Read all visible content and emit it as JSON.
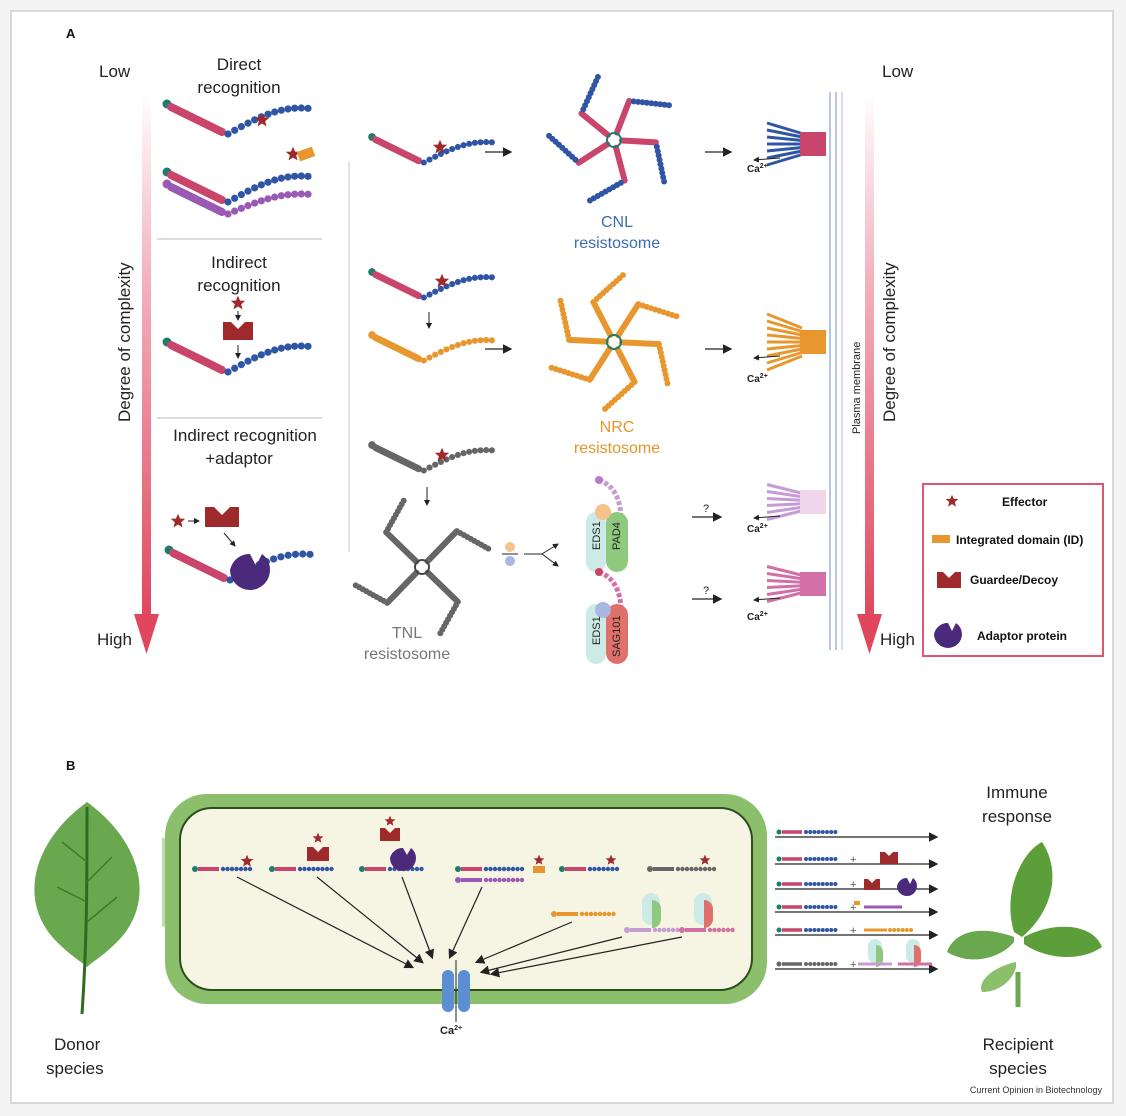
{
  "panels": {
    "a": "A",
    "b": "B"
  },
  "axis": {
    "low": "Low",
    "high": "High",
    "title": "Degree of complexity"
  },
  "recognition": {
    "direct": [
      "Direct",
      "recognition"
    ],
    "indirect": [
      "Indirect",
      "recognition"
    ],
    "indirect_adaptor": [
      "Indirect recognition",
      "+adaptor"
    ]
  },
  "resistosomes": {
    "cnl": [
      "CNL",
      "resistosome"
    ],
    "nrc": [
      "NRC",
      "resistosome"
    ],
    "tnl": [
      "TNL",
      "resistosome"
    ]
  },
  "membrane_label": "Plasma membrane",
  "calcium": "Ca",
  "calcium_sup": "2+",
  "unknown": "?",
  "proteins": {
    "eds1": "EDS1",
    "pad4": "PAD4",
    "sag101": "SAG101"
  },
  "legend": {
    "effector": "Effector",
    "integrated_domain": "Integrated domain (ID)",
    "guardee": "Guardee/Decoy",
    "adaptor": "Adaptor protein",
    "border_color": "#e0566f"
  },
  "panel_b": {
    "donor": [
      "Donor",
      "species"
    ],
    "immune": [
      "Immune",
      "response"
    ],
    "recipient": [
      "Recipient",
      "species"
    ],
    "credit": "Current Opinion in Biotechnology",
    "plus": "+"
  },
  "colors": {
    "cc": "#c9456b",
    "lrr": "#2f55a4",
    "nrc": "#e8962e",
    "tnl": "#666666",
    "purple": "#9b59b6",
    "effector": "#9e2a2b",
    "adaptor": "#4b2a7b",
    "arrow": "#e0566f"
  }
}
